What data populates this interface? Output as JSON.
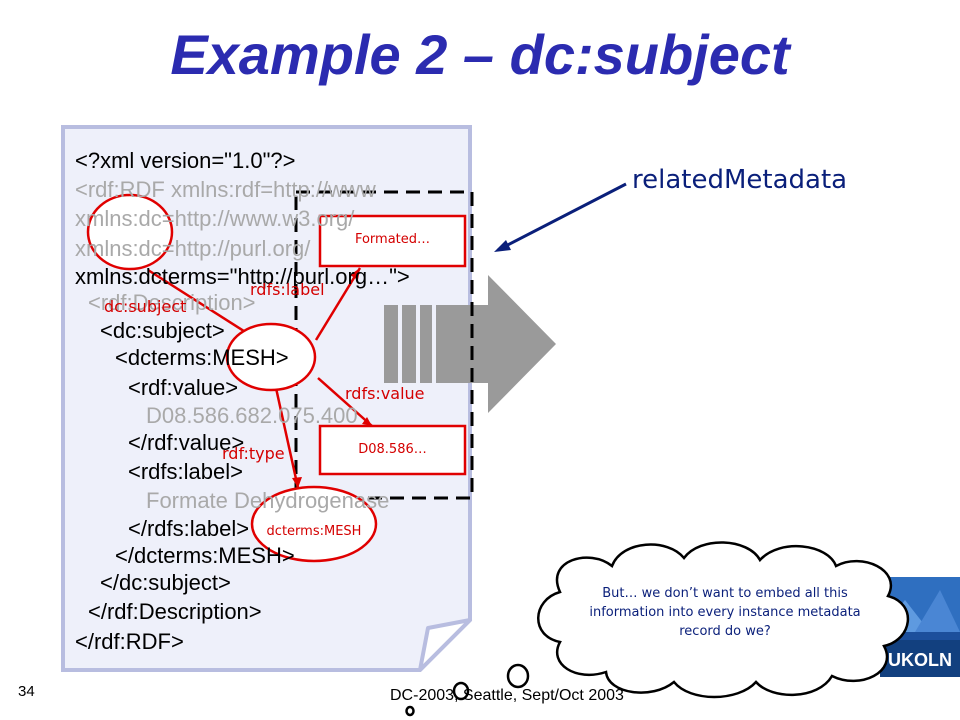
{
  "slide": {
    "title": "Example 2 – dc:subject",
    "number": "34",
    "footer": "DC-2003, Seattle, Sept/Oct 2003"
  },
  "code_lines": [
    "<?xml version=\"1.0\"?>",
    "<rdf:RDF xmlns:rdf=http://www",
    "xmlns:dc=http://www.w3.org/",
    "xmlns:dc=http://purl.org/",
    "xmlns:dcterms=\"http://purl.org…\">",
    "<rdf:Description>",
    "<dc:subject>",
    "<dcterms:MESH>",
    "<rdf:value>",
    "D08.586.682.075.400",
    "</rdf:value>",
    "<rdfs:label>",
    "Formate Dehydrogenase",
    "</rdfs:label>",
    "</dcterms:MESH>",
    "</dc:subject>",
    "</rdf:Description>",
    "</rdf:RDF>"
  ],
  "graph": {
    "dc_subject_label": "dc:subject",
    "rdfs_label_label": "rdfs:label",
    "rdfs_value_label": "rdfs:value",
    "rdf_type_label": "rdf:type",
    "formated_box": "Formated…",
    "value_box": "D08.586…",
    "mesh_node": "dcterms:MESH"
  },
  "related_metadata": "relatedMetadata",
  "cloud_text": "But… we don’t want to embed all this information into every instance metadata record do we?",
  "logo": "UKOLN",
  "colors": {
    "title": "#2b2bb0",
    "graph_red": "#e00000",
    "page_fill": "#eef0fa",
    "page_border": "#b8bde0",
    "navy": "#0a1f7a"
  }
}
